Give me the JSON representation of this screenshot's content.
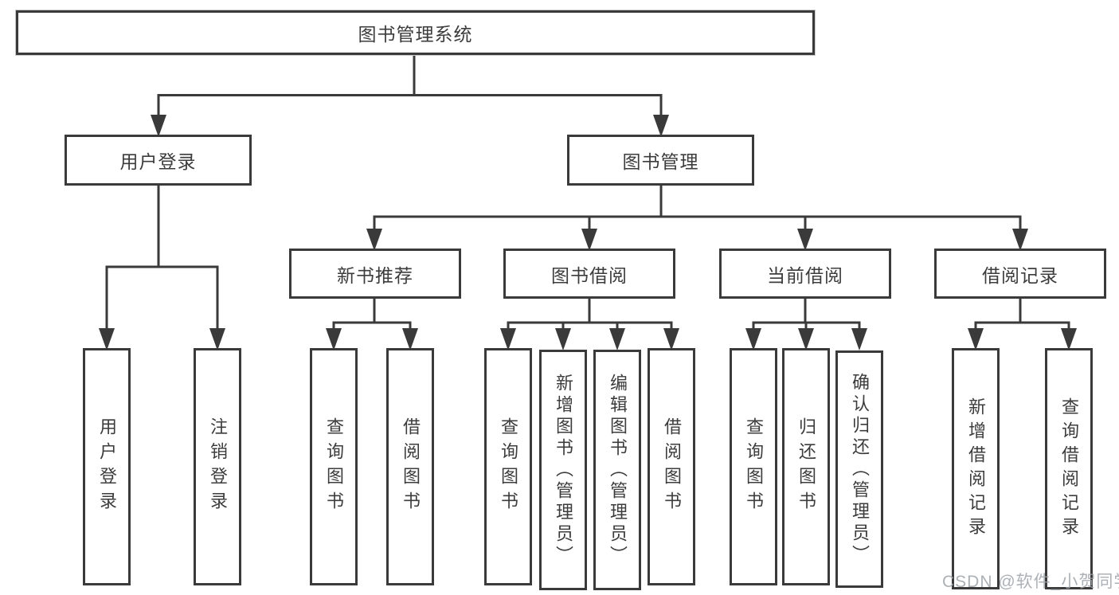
{
  "nodes": {
    "root": "图书管理系统",
    "user_login": "用户登录",
    "book_mgmt": "图书管理",
    "new_rec": "新书推荐",
    "borrow": "图书借阅",
    "current": "当前借阅",
    "records": "借阅记录",
    "leaf_user_login": "用户登录",
    "leaf_logout": "注销登录",
    "leaf_rec_query": "查询图书",
    "leaf_rec_borrow": "借阅图书",
    "leaf_bor_query": "查询图书",
    "leaf_bor_add": "新增图书（管理员）",
    "leaf_bor_edit": "编辑图书（管理员）",
    "leaf_bor_borrow": "借阅图书",
    "leaf_cur_query": "查询图书",
    "leaf_cur_return": "归还图书",
    "leaf_cur_confirm": "确认归还（管理员）",
    "leaf_recd_add": "新增借阅记录",
    "leaf_recd_query": "查询借阅记录"
  },
  "watermark": "CSDN @软件_小贺同学",
  "colors": {
    "line": "#3a3a3a",
    "border": "#3a3a3a",
    "text": "#3c3c3c",
    "watermark": "#9ea3a9"
  }
}
